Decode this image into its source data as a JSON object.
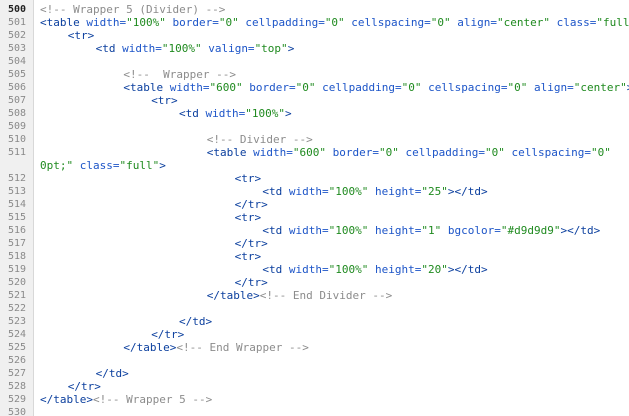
{
  "editor": {
    "lines": [
      {
        "number": "500",
        "active": true,
        "indent": 0,
        "tokens": [
          {
            "k": "c",
            "v": "<!-- Wrapper 5 (Divider) -->"
          }
        ]
      },
      {
        "number": "501",
        "indent": 0,
        "tokens": [
          {
            "k": "t",
            "v": "<table"
          },
          {
            "k": "a",
            "v": " width="
          },
          {
            "k": "s",
            "v": "\"100%\""
          },
          {
            "k": "a",
            "v": " border="
          },
          {
            "k": "s",
            "v": "\"0\""
          },
          {
            "k": "a",
            "v": " cellpadding="
          },
          {
            "k": "s",
            "v": "\"0\""
          },
          {
            "k": "a",
            "v": " cellspacing="
          },
          {
            "k": "s",
            "v": "\"0\""
          },
          {
            "k": "a",
            "v": " align="
          },
          {
            "k": "s",
            "v": "\"center\""
          },
          {
            "k": "a",
            "v": " class="
          },
          {
            "k": "s",
            "v": "\"full\""
          },
          {
            "k": "t",
            "v": ">"
          }
        ]
      },
      {
        "number": "502",
        "indent": 4,
        "tokens": [
          {
            "k": "t",
            "v": "<tr>"
          }
        ]
      },
      {
        "number": "503",
        "indent": 8,
        "tokens": [
          {
            "k": "t",
            "v": "<td"
          },
          {
            "k": "a",
            "v": " width="
          },
          {
            "k": "s",
            "v": "\"100%\""
          },
          {
            "k": "a",
            "v": " valign="
          },
          {
            "k": "s",
            "v": "\"top\""
          },
          {
            "k": "t",
            "v": ">"
          }
        ]
      },
      {
        "number": "504",
        "indent": 0,
        "tokens": []
      },
      {
        "number": "505",
        "indent": 12,
        "tokens": [
          {
            "k": "c",
            "v": "<!--  Wrapper -->"
          }
        ]
      },
      {
        "number": "506",
        "indent": 12,
        "tokens": [
          {
            "k": "t",
            "v": "<table"
          },
          {
            "k": "a",
            "v": " width="
          },
          {
            "k": "s",
            "v": "\"600\""
          },
          {
            "k": "a",
            "v": " border="
          },
          {
            "k": "s",
            "v": "\"0\""
          },
          {
            "k": "a",
            "v": " cellpadding="
          },
          {
            "k": "s",
            "v": "\"0\""
          },
          {
            "k": "a",
            "v": " cellspacing="
          },
          {
            "k": "s",
            "v": "\"0\""
          },
          {
            "k": "a",
            "v": " align="
          },
          {
            "k": "s",
            "v": "\"center\""
          },
          {
            "k": "t",
            "v": ">"
          }
        ]
      },
      {
        "number": "507",
        "indent": 16,
        "tokens": [
          {
            "k": "t",
            "v": "<tr>"
          }
        ]
      },
      {
        "number": "508",
        "indent": 20,
        "tokens": [
          {
            "k": "t",
            "v": "<td"
          },
          {
            "k": "a",
            "v": " width="
          },
          {
            "k": "s",
            "v": "\"100%\""
          },
          {
            "k": "t",
            "v": ">"
          }
        ]
      },
      {
        "number": "509",
        "indent": 0,
        "tokens": []
      },
      {
        "number": "510",
        "indent": 24,
        "tokens": [
          {
            "k": "c",
            "v": "<!-- Divider -->"
          }
        ]
      },
      {
        "number": "511",
        "indent": 24,
        "tokens": [
          {
            "k": "t",
            "v": "<table"
          },
          {
            "k": "a",
            "v": " width="
          },
          {
            "k": "s",
            "v": "\"600\""
          },
          {
            "k": "a",
            "v": " border="
          },
          {
            "k": "s",
            "v": "\"0\""
          },
          {
            "k": "a",
            "v": " cellpadding="
          },
          {
            "k": "s",
            "v": "\"0\""
          },
          {
            "k": "a",
            "v": " cellspacing="
          },
          {
            "k": "s",
            "v": "\"0\""
          }
        ]
      },
      {
        "number": "",
        "indent": 0,
        "tokens": [
          {
            "k": "s",
            "v": "0pt;\""
          },
          {
            "k": "a",
            "v": " class="
          },
          {
            "k": "s",
            "v": "\"full\""
          },
          {
            "k": "t",
            "v": ">"
          }
        ]
      },
      {
        "number": "512",
        "indent": 28,
        "tokens": [
          {
            "k": "t",
            "v": "<tr>"
          }
        ]
      },
      {
        "number": "513",
        "indent": 32,
        "tokens": [
          {
            "k": "t",
            "v": "<td"
          },
          {
            "k": "a",
            "v": " width="
          },
          {
            "k": "s",
            "v": "\"100%\""
          },
          {
            "k": "a",
            "v": " height="
          },
          {
            "k": "s",
            "v": "\"25\""
          },
          {
            "k": "t",
            "v": "></td>"
          }
        ]
      },
      {
        "number": "514",
        "indent": 28,
        "tokens": [
          {
            "k": "t",
            "v": "</tr>"
          }
        ]
      },
      {
        "number": "515",
        "indent": 28,
        "tokens": [
          {
            "k": "t",
            "v": "<tr>"
          }
        ]
      },
      {
        "number": "516",
        "indent": 32,
        "tokens": [
          {
            "k": "t",
            "v": "<td"
          },
          {
            "k": "a",
            "v": " width="
          },
          {
            "k": "s",
            "v": "\"100%\""
          },
          {
            "k": "a",
            "v": " height="
          },
          {
            "k": "s",
            "v": "\"1\""
          },
          {
            "k": "a",
            "v": " bgcolor="
          },
          {
            "k": "s",
            "v": "\"#d9d9d9\""
          },
          {
            "k": "t",
            "v": "></td>"
          }
        ]
      },
      {
        "number": "517",
        "indent": 28,
        "tokens": [
          {
            "k": "t",
            "v": "</tr>"
          }
        ]
      },
      {
        "number": "518",
        "indent": 28,
        "tokens": [
          {
            "k": "t",
            "v": "<tr>"
          }
        ]
      },
      {
        "number": "519",
        "indent": 32,
        "tokens": [
          {
            "k": "t",
            "v": "<td"
          },
          {
            "k": "a",
            "v": " width="
          },
          {
            "k": "s",
            "v": "\"100%\""
          },
          {
            "k": "a",
            "v": " height="
          },
          {
            "k": "s",
            "v": "\"20\""
          },
          {
            "k": "t",
            "v": "></td>"
          }
        ]
      },
      {
        "number": "520",
        "indent": 28,
        "tokens": [
          {
            "k": "t",
            "v": "</tr>"
          }
        ]
      },
      {
        "number": "521",
        "indent": 24,
        "tokens": [
          {
            "k": "t",
            "v": "</table>"
          },
          {
            "k": "c",
            "v": "<!-- End Divider -->"
          }
        ]
      },
      {
        "number": "522",
        "indent": 0,
        "tokens": []
      },
      {
        "number": "523",
        "indent": 20,
        "tokens": [
          {
            "k": "t",
            "v": "</td>"
          }
        ]
      },
      {
        "number": "524",
        "indent": 16,
        "tokens": [
          {
            "k": "t",
            "v": "</tr>"
          }
        ]
      },
      {
        "number": "525",
        "indent": 12,
        "tokens": [
          {
            "k": "t",
            "v": "</table>"
          },
          {
            "k": "c",
            "v": "<!-- End Wrapper -->"
          }
        ]
      },
      {
        "number": "526",
        "indent": 0,
        "tokens": []
      },
      {
        "number": "527",
        "indent": 8,
        "tokens": [
          {
            "k": "t",
            "v": "</td>"
          }
        ]
      },
      {
        "number": "528",
        "indent": 4,
        "tokens": [
          {
            "k": "t",
            "v": "</tr>"
          }
        ]
      },
      {
        "number": "529",
        "indent": 0,
        "tokens": [
          {
            "k": "t",
            "v": "</table>"
          },
          {
            "k": "c",
            "v": "<!-- Wrapper 5 -->"
          }
        ]
      },
      {
        "number": "530",
        "indent": 0,
        "tokens": []
      }
    ]
  }
}
